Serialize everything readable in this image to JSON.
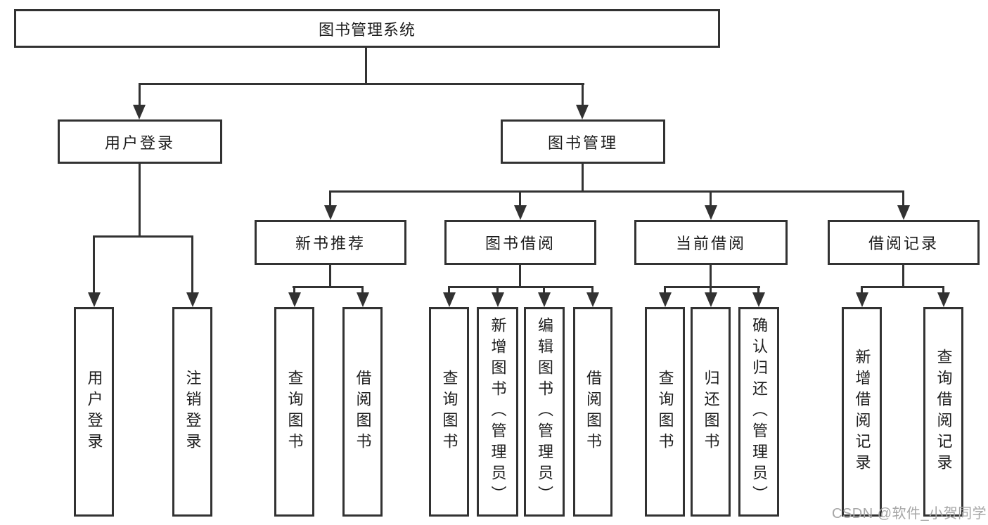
{
  "diagram": {
    "root": {
      "label": "图书管理系统"
    },
    "level2": {
      "user_login": {
        "label": "用户登录"
      },
      "book_management": {
        "label": "图书管理"
      }
    },
    "level3": {
      "new_book_recommend": {
        "label": "新书推荐"
      },
      "book_borrow": {
        "label": "图书借阅"
      },
      "current_borrow": {
        "label": "当前借阅"
      },
      "borrow_records": {
        "label": "借阅记录"
      }
    },
    "leaves": {
      "user_login": {
        "label": "用户登录"
      },
      "logout": {
        "label": "注销登录"
      },
      "nb_query": {
        "label": "查询图书"
      },
      "nb_borrow": {
        "label": "借阅图书"
      },
      "bb_query": {
        "label": "查询图书"
      },
      "bb_add": {
        "label": "新增图书（管理员）"
      },
      "bb_edit": {
        "label": "编辑图书（管理员）"
      },
      "bb_borrow": {
        "label": "借阅图书"
      },
      "cb_query": {
        "label": "查询图书"
      },
      "cb_return": {
        "label": "归还图书"
      },
      "cb_confirm": {
        "label": "确认归还（管理员）"
      },
      "br_add": {
        "label": "新增借阅记录"
      },
      "br_query": {
        "label": "查询借阅记录"
      }
    },
    "watermark": "CSDN @软件_小贺同学",
    "colors": {
      "line": "#323232",
      "text": "#1d1d1d",
      "background": "#ffffff",
      "watermark": "#a6a6a6"
    }
  }
}
